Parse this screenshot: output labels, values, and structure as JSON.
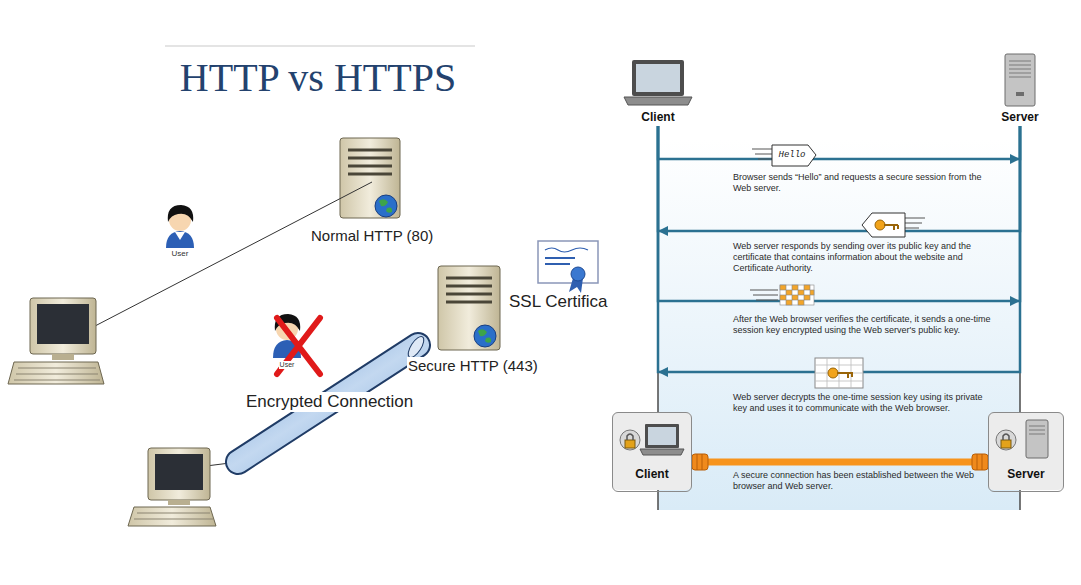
{
  "diagram": {
    "title": "HTTP vs HTTPS",
    "nodes": [
      {
        "text": [
          "Client"
        ]
      },
      {
        "text": [
          "Server"
        ]
      },
      {
        "text": [
          "Client"
        ]
      },
      {
        "text": [
          "Server"
        ]
      }
    ],
    "edges": [
      {
        "from": 0,
        "to": 1,
        "arrow": "to",
        "label": "Browser sends “Hello” and requests a secure session from the Web server."
      },
      {
        "from": 1,
        "to": 0,
        "arrow": "to",
        "label": "Web server responds by sending over its public key and the certificate that contains information about the website and Certificate Authority."
      },
      {
        "from": 0,
        "to": 1,
        "arrow": "to",
        "label": "After the Web browser verifies the certificate, it sends a one-time session key encrypted using the Web server's public key."
      },
      {
        "from": 1,
        "to": 0,
        "arrow": "to",
        "label": "Web server decrypts the one-time session key using its private key and uses it to communicate with the Web browser."
      },
      {
        "from": 2,
        "to": 3,
        "arrow": "none",
        "label": "A secure connection has been established between the Web browser and Web server."
      }
    ],
    "labels": [
      "User",
      "Normal HTTP (80)",
      "SSL Certifica",
      "User",
      "Secure HTTP (443)",
      "Encrypted Connection",
      "Hello"
    ]
  }
}
